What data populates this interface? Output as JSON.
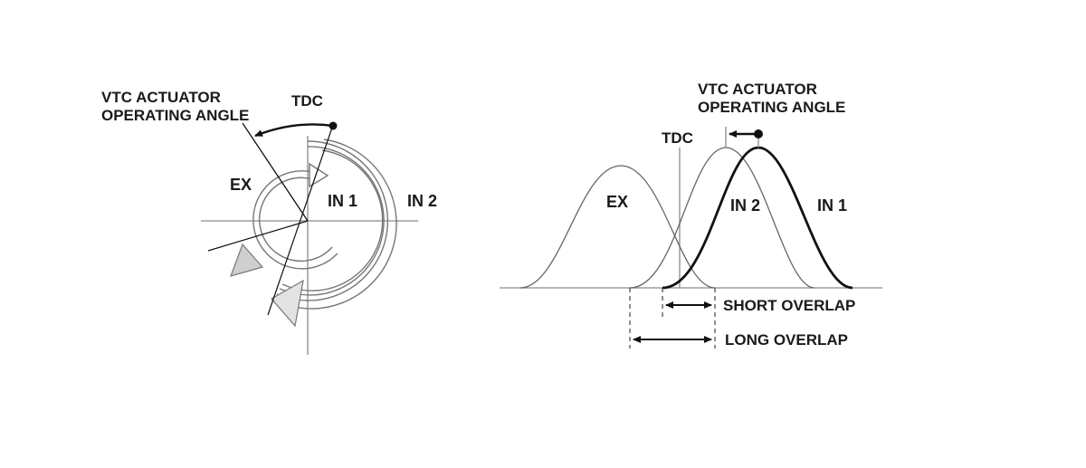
{
  "left_diagram": {
    "actuator_label_line1": "VTC ACTUATOR",
    "actuator_label_line2": "OPERATING ANGLE",
    "tdc_label": "TDC",
    "ex_label": "EX",
    "in1_label": "IN 1",
    "in2_label": "IN 2"
  },
  "right_diagram": {
    "actuator_label_line1": "VTC ACTUATOR",
    "actuator_label_line2": "OPERATING ANGLE",
    "tdc_label": "TDC",
    "ex_label": "EX",
    "in2_label": "IN 2",
    "in1_label": "IN 1",
    "short_overlap_label": "SHORT OVERLAP",
    "long_overlap_label": "LONG OVERLAP"
  },
  "colors": {
    "ink": "#111111",
    "guide": "#888888",
    "arrow_fill": "#c8c8c8"
  }
}
